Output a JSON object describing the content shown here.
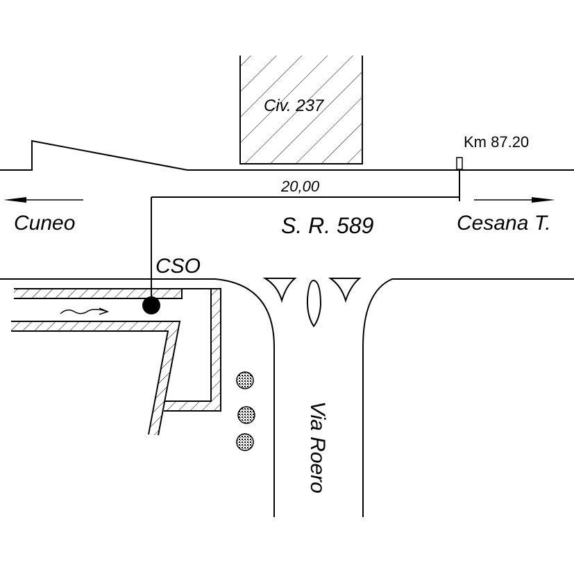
{
  "labels": {
    "building": "Civ. 237",
    "km_marker": "Km 87.20",
    "dimension": "20,00",
    "left_direction": "Cuneo",
    "right_direction": "Cesana T.",
    "main_road": "S. R. 589",
    "overflow": "CSO",
    "side_road": "Via Roero"
  },
  "colors": {
    "line": "#000000",
    "background": "#ffffff"
  }
}
